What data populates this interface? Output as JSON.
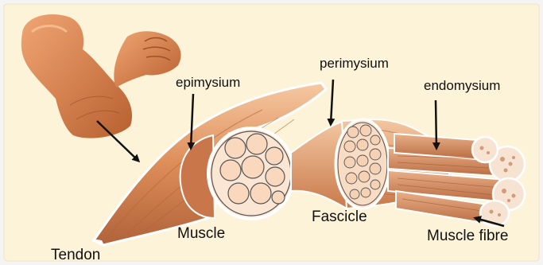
{
  "labels": {
    "epimysium": "epimysium",
    "perimysium": "perimysium",
    "endomysium": "endomysium",
    "fascicle": "Fascicle",
    "muscle": "Muscle",
    "muscle_fibre": "Muscle fibre",
    "tendon": "Tendon"
  },
  "colors": {
    "background": "#f4f4f4",
    "panel": "#fdf3d8",
    "muscle_light": "#f0b78c",
    "muscle_mid": "#d8834e",
    "muscle_dark": "#a85a2e",
    "skin": "#d9824f",
    "sheath": "#ffffff",
    "arrow": "#111111"
  },
  "icons": [
    "flexed-arm-illustration",
    "muscle-anatomy-diagram"
  ]
}
